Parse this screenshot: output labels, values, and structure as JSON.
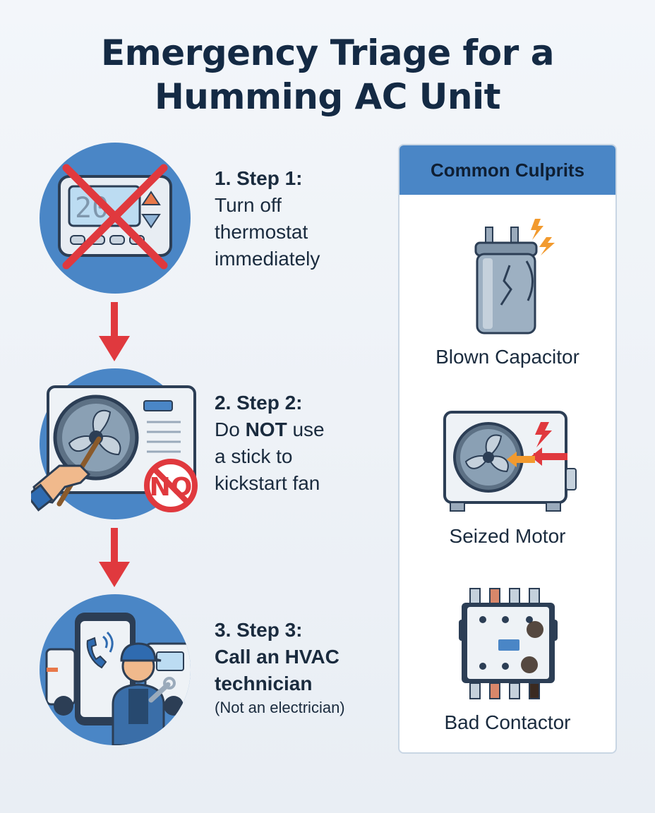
{
  "title": {
    "line1": "Emergency Triage for a",
    "line2": "Humming AC Unit"
  },
  "steps": [
    {
      "heading": "1. Step 1:",
      "line1": "Turn off",
      "line2": "thermostat",
      "line3": "immediately",
      "icon": "thermostat-icon"
    },
    {
      "heading": "2. Step 2:",
      "line1_pre": "Do ",
      "line1_strong": "NOT",
      "line1_post": " use",
      "line2": "a stick to",
      "line3": "kickstart fan",
      "icon": "ac-unit-stick-icon",
      "badge": "NO"
    },
    {
      "heading": "3. Step 3:",
      "line1": "Call an HVAC",
      "line2": "technician",
      "note": "(Not an electrician)",
      "icon": "technician-icon"
    }
  ],
  "culprits": {
    "title": "Common Culprits",
    "items": [
      {
        "label": "Blown Capacitor",
        "icon": "capacitor-icon"
      },
      {
        "label": "Seized Motor",
        "icon": "motor-icon"
      },
      {
        "label": "Bad Contactor",
        "icon": "contactor-icon"
      }
    ]
  },
  "colors": {
    "accent": "#4a86c6",
    "warning": "#e0393e",
    "text": "#142a44"
  }
}
